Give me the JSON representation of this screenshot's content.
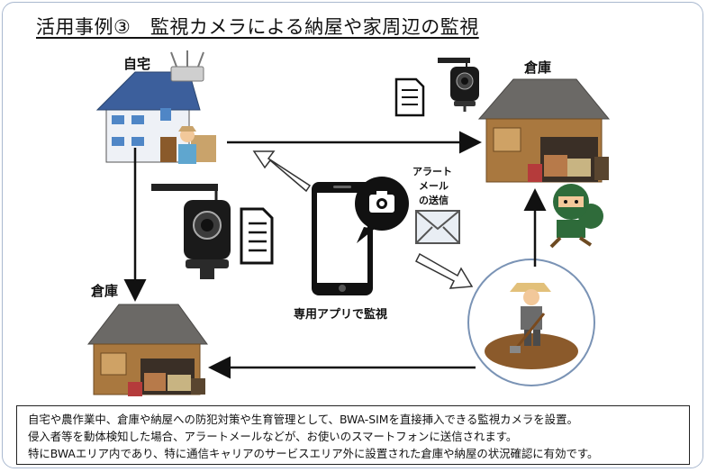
{
  "title": "活用事例③　監視カメラによる納屋や家周辺の監視",
  "labels": {
    "home": "自宅",
    "warehouse_right": "倉庫",
    "warehouse_left": "倉庫",
    "alert_line1": "アラート",
    "alert_line2": "メール",
    "alert_line3": "の送信",
    "app_caption": "専用アプリで監視"
  },
  "description": [
    "自宅や農作業中、倉庫や納屋への防犯対策や生育管理として、BWA-SIMを直接挿入できる監視カメラを設置。",
    "侵入者等を動体検知した場合、アラートメールなどが、お使いのスマートフォンに送信されます。",
    "特にBWAエリア内であり、特に通信キャリアのサービスエリア外に設置された倉庫や納屋の状況確認に有効です。"
  ],
  "colors": {
    "roof": "#6b6966",
    "wall": "#a9783f",
    "house_roof": "#3c5f9c",
    "frame_border": "#a9b8cf",
    "arrow": "#111111"
  }
}
